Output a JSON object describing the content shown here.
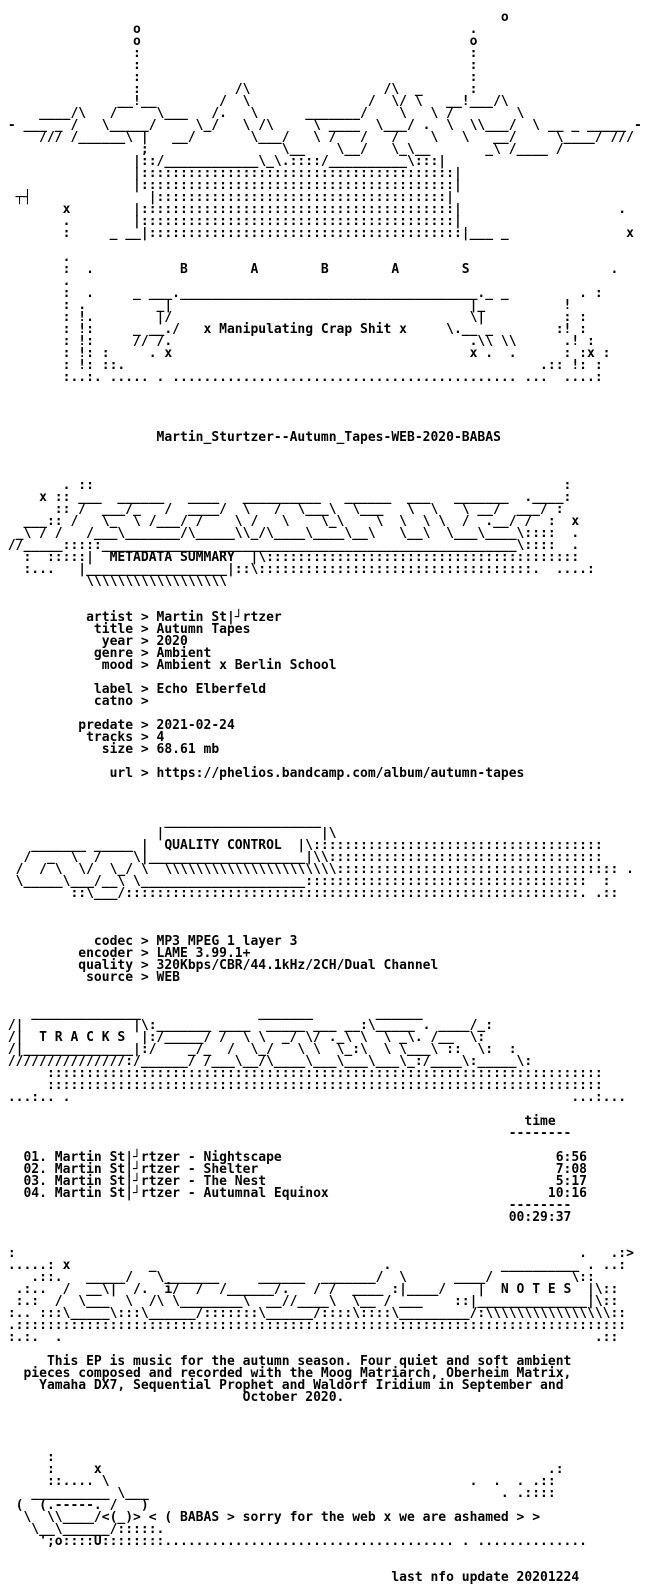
{
  "nfo": {
    "lines": [
      "",
      "                                                                o",
      "                 o                                          .",
      "                 o                                          o",
      "                 :                                          :",
      "                 :                                          :",
      "                 :                                          :",
      "                 :            /\\                 /\\  _      :",
      "               __!__        /  \\               /  \\/ \\   __!___/\\",
      "     ____/\\   /     \\___   /.   \\      _______/    \\   \\ /        \\",
      " - ___ _ /   \\_____/     \\_/   \\ /\\     \\ ____  \\___/ .  \\  \\\\___/  \\ __ _ _____ -",
      "     /// /______\\ |   __/       \\___/   \\ /   /   /    \\   \\   __/     \\____/ ///",
      "                  ;                 \\__    \\__/   \\_\\__       _\\ /____ /",
      "                 |::/____________\\_\\.::::/__________\\:::|",
      "                 |::::::::::::::::::::::::::::::::::::::::|",
      "                 |::::::::::::::::::::::::::::::::::::::::|",
      "  ┬┤               |:::::::::::::::::::::::::::::::::::::|",
      "        x        |::::::::::::::::::::::::::::::::::::::::|                    .",
      "        .        |::::::::::::::::::::::::::::::::::::::::|",
      "        :     _ __|::::::::::::::::::::::::::::::::::::::::|___ _               x",
      "",
      "        .",
      "        :  .           B        A        B        A        S                  .",
      "        .",
      "        :  .     _ ___.______________________________________._ _         . :",
      "        : .         _|                                      |_          !",
      "        : !.        |/                                      \\|          : :",
      "        : !:     _ __./   x Manipulating Crap Shit x     \\.__ _        :! :",
      "        : !:     // /.                                      .\\\\ \\\\      .! :",
      "        : !: :     . x                                      x .  .      : :x :",
      "        : !: ::.                                                     .:: !: :",
      "        :..:. ..... . ............................................ ...  ....:",
      "",
      "",
      "",
      "",
      "                    Martin_Sturtzer--Autumn_Tapes-WEB-2020-BABAS",
      "",
      "",
      "",
      "        . ::                                                            :",
      "     x :: ___  ______   ____   __________   ______  ___   _______  .____:",
      "       :: /  ___/_   /  ____/  \\   /  \\___\\  \\___   \\  \\   \\ __/  ___/ :",
      "   ___:: /   \\_  \\ /___/ /    \\ /   \\    \\_\\    \\  \\  \\ \\  /  .__/ /  :  x",
      "  _\\ / /   /___\\_______/\\_____\\\\_/\\____\\____\\__\\   \\__\\  \\___\\____\\::::  .",
      " //_____:::::_____________  ______________________________________\\::::  .",
      "   :  :::::|  METADATA SUMMARY  |\\::::::::::::::::::::::::::::::::::::::::",
      "   :...   |__________________|::\\:::::::::::::::::::::::::::::::::::.  ....:",
      "           \\\\\\\\\\\\\\\\\\\\\\\\\\\\\\\\\\\\",
      "",
      "",
      "           artist > Martin St|┘rtzer",
      "            title > Autumn Tapes",
      "             year > 2020",
      "            genre > Ambient",
      "             mood > Ambient x Berlin School",
      "",
      "            label > Echo Elberfeld",
      "            catno >",
      "",
      "          predate > 2021-02-24",
      "           tracks > 4",
      "             size > 68.61 mb",
      "",
      "              url > https://phelios.bandcamp.com/album/autumn-tapes",
      "",
      "",
      "",
      "                     ____________________",
      "                    |                    |\\",
      "    _______ _____ |  QUALITY CONTROL  |\\:::::::::::::::::::::::::::::::::::::",
      "   /  _  \\  /    \\|____________________|\\\\:::::::::::::::::::::::::::::::::::",
      "  /  / \\  \\/  \\_/ \\  \\\\\\\\\\\\\\\\\\\\\\\\\\\\\\\\\\\\\\\\\\\\:::::::::::::::::::::::::::::::::::: .",
      "  \\_____\\___/__\\ \\_____________________::::::::::::::::::::::::::::::::::::  :",
      "         ::\\___/::::::::::::::::::::::::::::::::::::::::::::::::::::::::::. .::",
      "",
      "",
      "",
      "            codec > MP3 MPEG 1 layer 3",
      "          encoder > LAME 3.99.1+",
      "          quality > 320Kbps/CBR/44.1kHz/2CH/Dual Channel",
      "           source > WEB",
      "",
      "",
      "    ______________               _______        ______",
      " /|              |\\:_______ ____  _____ ___ __:\\_____ . ____/_:",
      " /|  T R A C K S  |:/_____/ /  \\ \\  _/ \\/ ._\\ \\  \\ _\\. /__  \\:",
      " /|______________|:/    _/_  /  \\_/   \\ \\  \\_:\\  \\ \\___\\ ::  \\:  :",
      " ///////////////:/______/ /___\\__/\\____\\___\\___\\___\\_:/____\\:_____\\:",
      "      :::::::::::::::::::::::::::::::::::::::::::::::::::::::::::::::::::::::",
      "      :::::::::::::::::::::::::::::::::::::::::::::::::::::::::::::::::::::::",
      " ...:.. .                                                                ...:...",
      "",
      "                                                                   time",
      "                                                                 --------",
      "",
      "   01. Martin St|┘rtzer - Nightscape                                   6:56",
      "   02. Martin St|┘rtzer - Shelter                                      7:08",
      "   03. Martin St|┘rtzer - The Nest                                     5:17",
      "   04. Martin St|┘rtzer - Autumnal Equinox                            10:16",
      "                                                                 --------",
      "                                                                 00:29:37",
      "",
      "",
      " :                                                                        .   .:>",
      " .....: x          _                             .              __________ . ..:",
      "    .::.   _____/   \\_______     ______  _______/  \\      ____/          \\::",
      "  .:..  /  __\\|  /.  i/  /  /______/.   / /  ____ :|____/    |  N O T E S  |\\::",
      "  :.:  /  \\___  \\  /\\ \\________\\  __//____\\  \\__ / ___    ::|______________|\\::",
      " :.. :::\\_____\\:::\\______/:::::::\\______/::::\\::::\\_________/:\\\\\\\\\\\\\\\\\\\\\\\\\\\\\\\\::",
      " .::::::::::::::::::::::::::::::::::::::::::::::::::::::::::::::::::::::::::::::",
      " :.:.  .                                                                    .::",
      "",
      "      This EP is music for the autumn season. Four quiet and soft ambient",
      "   pieces composed and recorded with the Moog Matriarch, Oberheim Matrix,",
      "     Yamaha DX7, Sequential Prophet and Waldorf Iridium in September and",
      "                               October 2020.",
      "",
      "",
      "",
      "",
      "      :",
      "      :     x                                                         .:",
      "      ::.... \\                                              .  .  . .::",
      "    __________ \\___                                             . .::::",
      "  (  (.-----. /   )",
      "   \\  \\\\____/<(_)> < ( BABAS > sorry for the web x we are ashamed > >",
      "    \\__\\______/:::::.",
      "     ';o::::U::::::::..................................... . ..............",
      "",
      "",
      "                                                  last nfo update 20201224"
    ]
  }
}
